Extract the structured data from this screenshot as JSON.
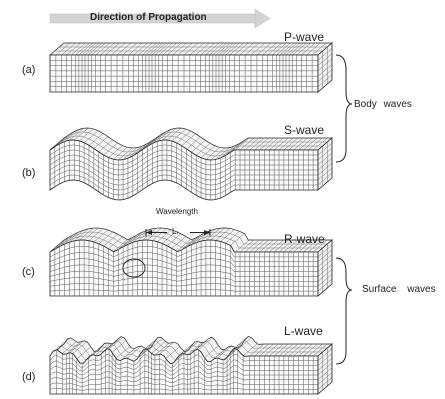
{
  "header": {
    "direction_label": "Direction of Propagation"
  },
  "panels": [
    {
      "letter": "(a)",
      "wave": "P-wave"
    },
    {
      "letter": "(b)",
      "wave": "S-wave"
    },
    {
      "letter": "(c)",
      "wave": "R-wave"
    },
    {
      "letter": "(d)",
      "wave": "L-wave"
    }
  ],
  "groups": {
    "body": "Body waves",
    "surface": "Surface waves"
  },
  "annotation": {
    "wavelength_label": "Wavelength",
    "wavelength_symbol": "Lᵣ"
  },
  "colors": {
    "grid": "#555555",
    "arrow": "#c8c8c8",
    "ink": "#222222"
  }
}
